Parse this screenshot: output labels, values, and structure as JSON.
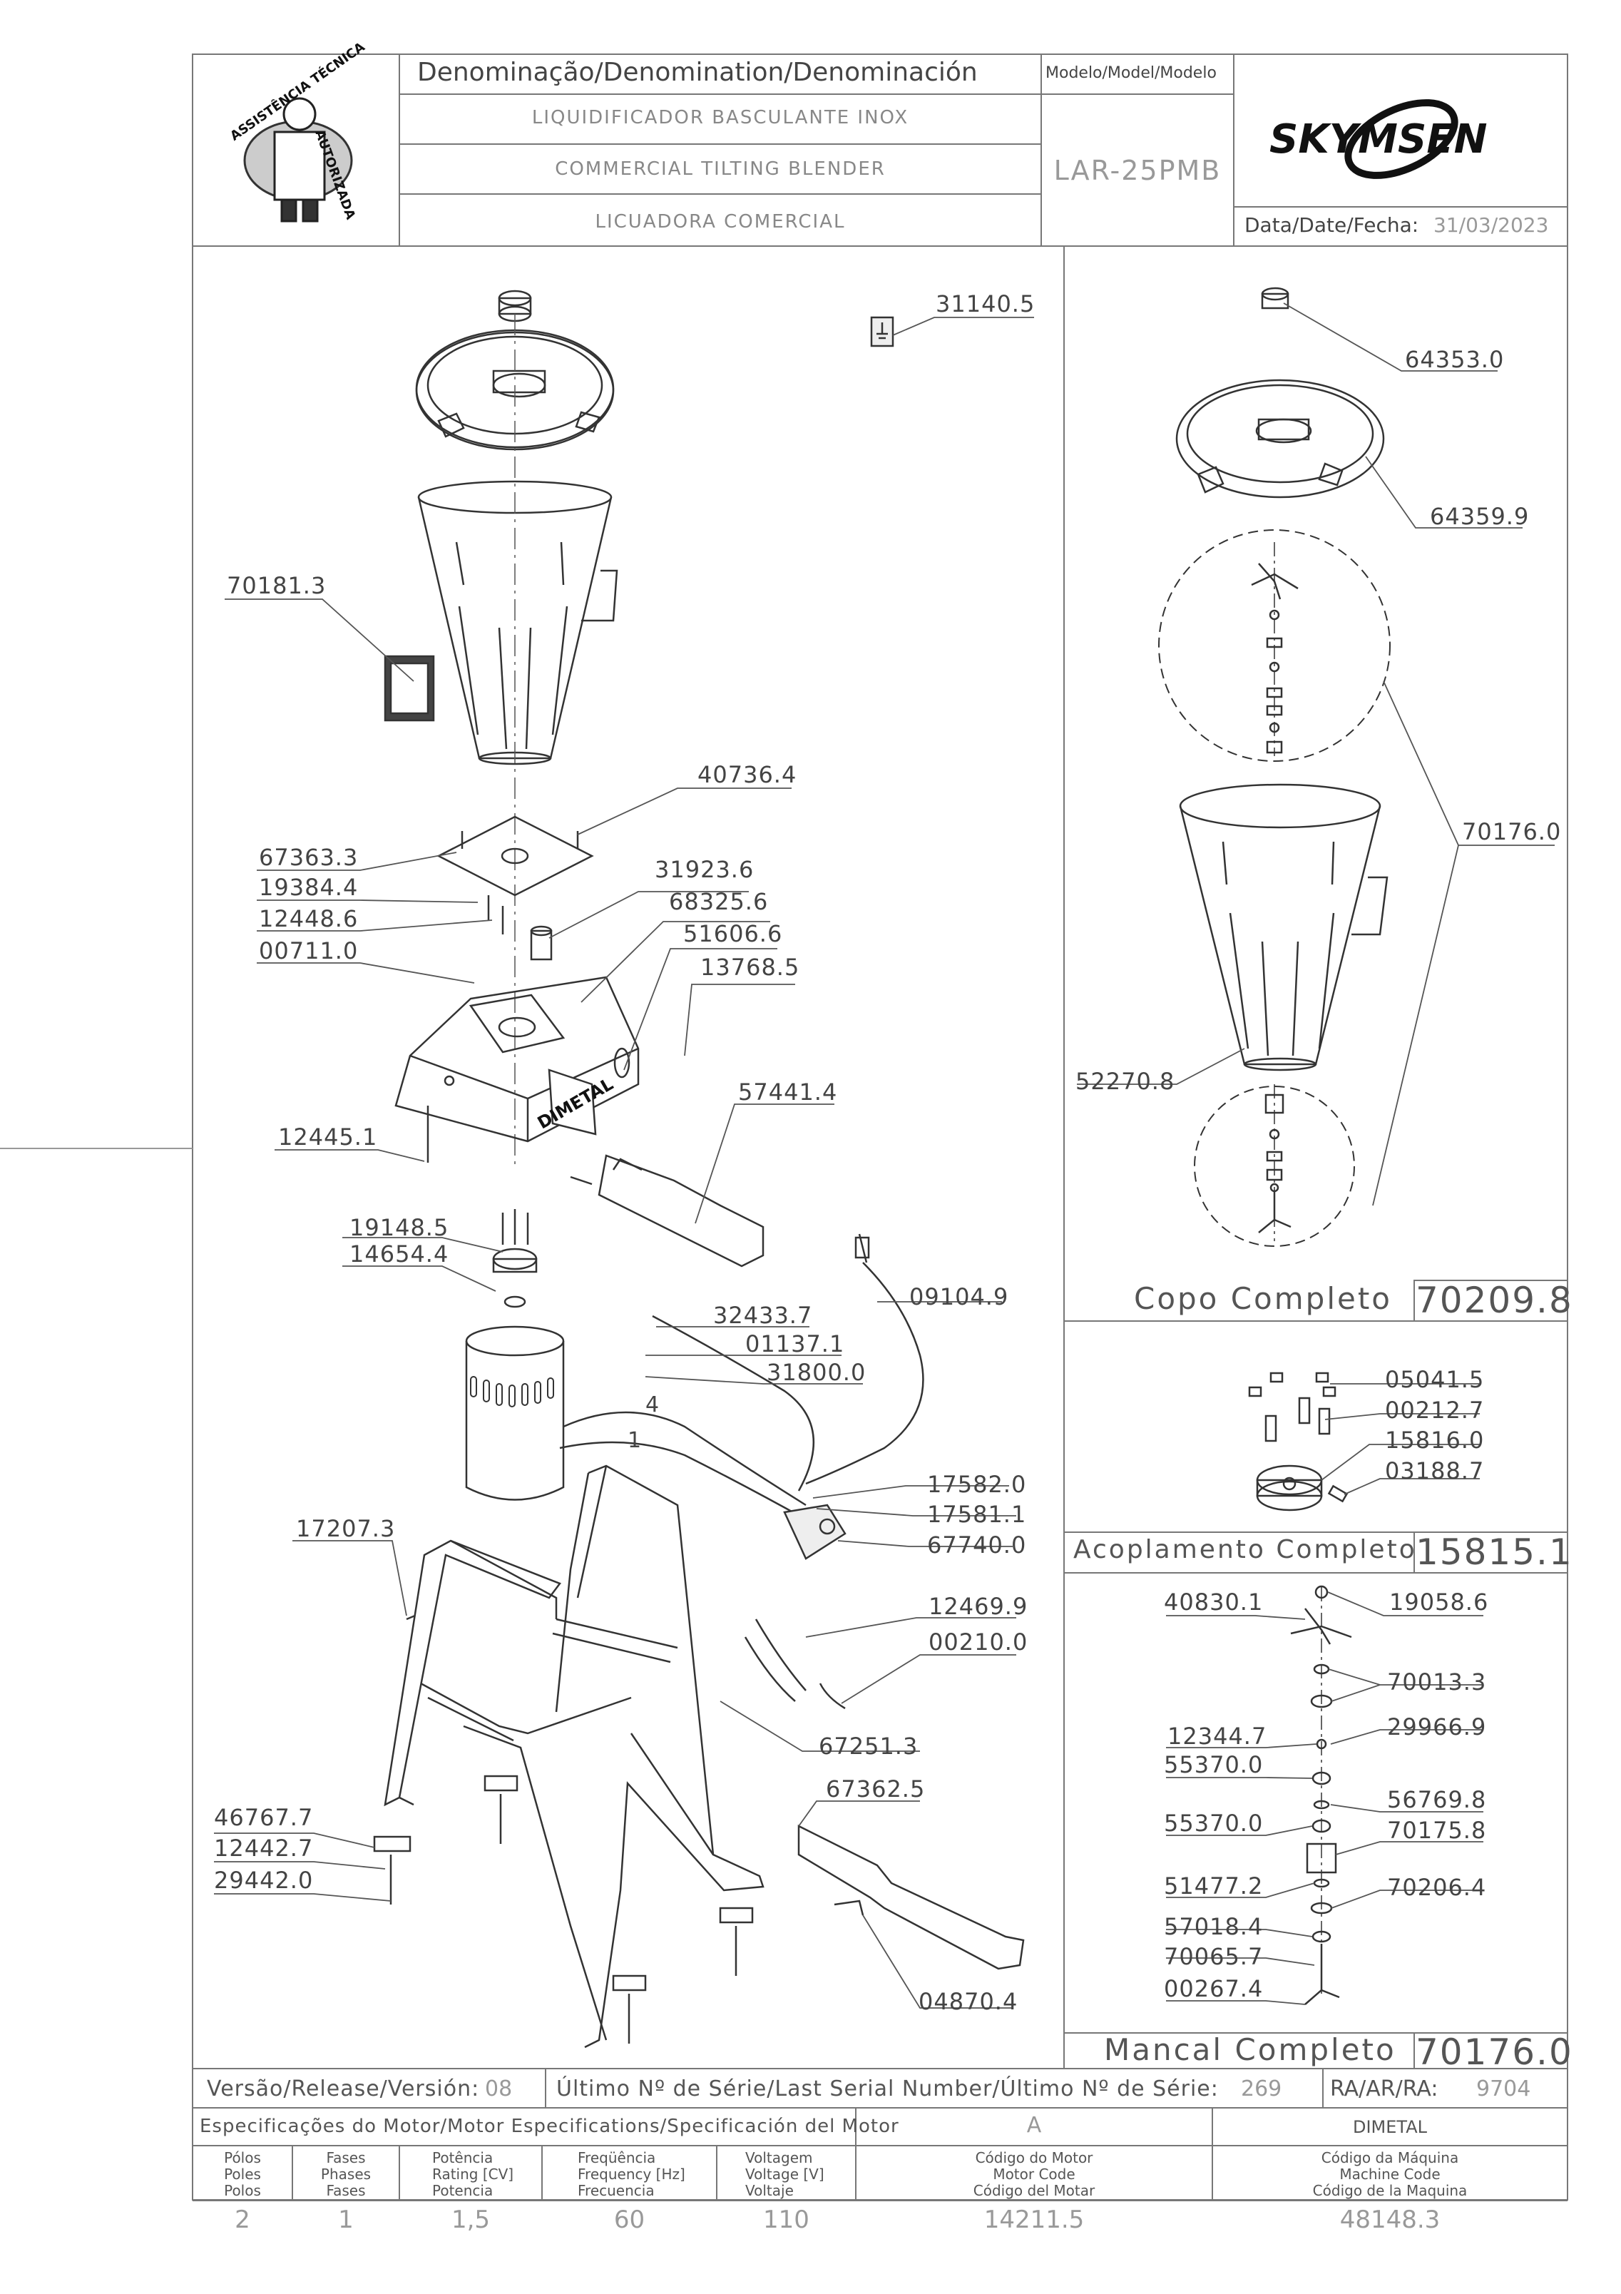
{
  "header": {
    "denomination_label": "Denominação/Denomination/Denominación",
    "model_label": "Modelo/Model/Modelo",
    "name_pt": "LIQUIDIFICADOR BASCULANTE INOX",
    "name_en": "COMMERCIAL TILTING BLENDER",
    "name_es": "LICUADORA COMERCIAL",
    "model": "LAR-25PMB",
    "brand": "SKYMSEN",
    "date_label": "Data/Date/Fecha:",
    "date": "31/03/2023",
    "seal_text": "ASSISTÊNCIA TÉCNICA AUTORIZADA",
    "seal_top": "ASSISTÊNCIA TÉCNICA",
    "seal_bottom": "AUTORIZADA"
  },
  "main_parts": {
    "p31140": "31140.5",
    "p70181": "70181.3",
    "p40736": "40736.4",
    "p67363": "67363.3",
    "p19384": "19384.4",
    "p12448": "12448.6",
    "p00711": "00711.0",
    "p31923": "31923.6",
    "p68325": "68325.6",
    "p51606": "51606.6",
    "p13768": "13768.5",
    "p12445": "12445.1",
    "p57441": "57441.4",
    "p19148": "19148.5",
    "p14654": "14654.4",
    "p09104": "09104.9",
    "p32433": "32433.7",
    "p01137": "01137.1",
    "p31800": "31800.0",
    "p17582": "17582.0",
    "p17581": "17581.1",
    "p67740": "67740.0",
    "p17207": "17207.3",
    "p12469": "12469.9",
    "p00210": "00210.0",
    "p67251": "67251.3",
    "p67362": "67362.5",
    "p46767": "46767.7",
    "p12442": "12442.7",
    "p29442": "29442.0",
    "p04870": "04870.4",
    "wire4": "4",
    "wire1": "1",
    "dimetal_label": "DIMETAL"
  },
  "copo": {
    "p64353": "64353.0",
    "p64359": "64359.9",
    "p70176": "70176.0",
    "p52270": "52270.8",
    "title": "Copo Completo",
    "code": "70209.8"
  },
  "acoplamento": {
    "p05041": "05041.5",
    "p00212": "00212.7",
    "p15816": "15816.0",
    "p03188": "03188.7",
    "title": "Acoplamento Completo",
    "code": "15815.1"
  },
  "mancal": {
    "p40830": "40830.1",
    "p19058": "19058.6",
    "p70013": "70013.3",
    "p12344": "12344.7",
    "p29966": "29966.9",
    "p55370a": "55370.0",
    "p56769": "56769.8",
    "p55370b": "55370.0",
    "p70175": "70175.8",
    "p51477": "51477.2",
    "p70206": "70206.4",
    "p57018": "57018.4",
    "p70065": "70065.7",
    "p00267": "00267.4",
    "title": "Mancal Completo",
    "code": "70176.0"
  },
  "footer": {
    "version_label": "Versão/Release/Versión:",
    "version": "08",
    "serial_label": "Último Nº de Série/Last Serial Number/Último Nº de Série:",
    "serial": "269",
    "ra_label": "RA/AR/RA:",
    "ra": "9704",
    "motor_spec_label": "Especificações do Motor/Motor Especifications/Specificación del Motor",
    "motor_maker": "A",
    "machine_maker": "DIMETAL",
    "col_poles": [
      "Pólos",
      "Poles",
      "Polos"
    ],
    "col_phases": [
      "Fases",
      "Phases",
      "Fases"
    ],
    "col_power": [
      "Potência",
      "Rating [CV]",
      "Potencia"
    ],
    "col_freq": [
      "Freqüência",
      "Frequency [Hz]",
      "Frecuencia"
    ],
    "col_voltage": [
      "Voltagem",
      "Voltage [V]",
      "Voltaje"
    ],
    "col_motor_code": [
      "Código do Motor",
      "Motor Code",
      "Código del Motar"
    ],
    "col_machine_code": [
      "Código da Máquina",
      "Machine Code",
      "Código de la Maquina"
    ],
    "poles": "2",
    "phases": "1",
    "power": "1,5",
    "frequency": "60",
    "voltage": "110",
    "motor_code": "14211.5",
    "machine_code": "48148.3"
  }
}
